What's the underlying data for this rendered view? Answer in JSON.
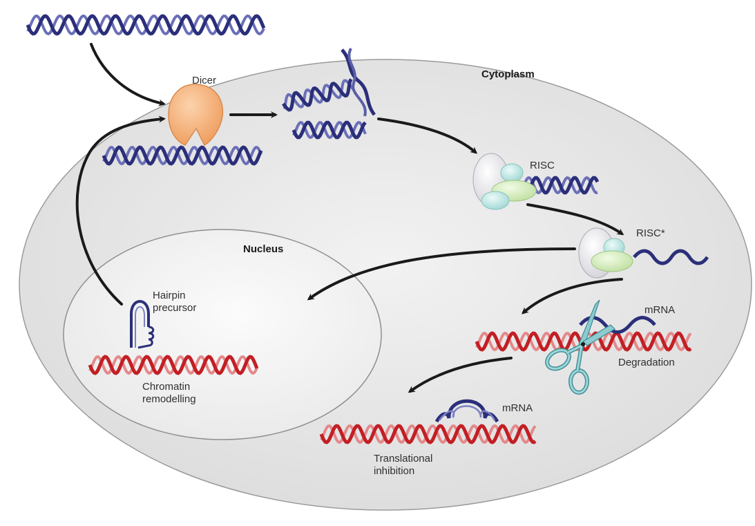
{
  "compartments": {
    "cytoplasm": "Cytoplasm",
    "nucleus": "Nucleus"
  },
  "labels": {
    "dicer": "Dicer",
    "risc": "RISC",
    "risc_active": "RISC*",
    "hairpin_line1": "Hairpin",
    "hairpin_line2": "precursor",
    "chromatin_line1": "Chromatin",
    "chromatin_line2": "remodelling",
    "mrna_degradation": "mRNA",
    "degradation": "Degradation",
    "mrna_inhibition": "mRNA",
    "translational_line1": "Translational",
    "translational_line2": "inhibition"
  },
  "colors": {
    "cell_fill": "#e8e8e8",
    "nucleus_fill": "#f3f3f3",
    "dicer": "#f6b27d",
    "blue_rna": "#2b2f7a",
    "red_rna": "#c21f24",
    "risc_white": "#e9e9ee",
    "risc_green": "#d6efbd",
    "risc_cyan": "#bfe6e4",
    "scissors": "#8ccbd0",
    "arrow": "#1a1a1a"
  }
}
